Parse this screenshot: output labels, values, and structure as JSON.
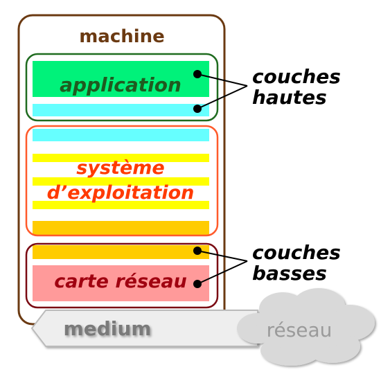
{
  "machine": {
    "title": "machine"
  },
  "layers": {
    "application": "application",
    "os_line1": "système",
    "os_line2": "d’exploitation",
    "network_card": "carte réseau"
  },
  "labels": {
    "upper_line1": "couches",
    "upper_line2": "hautes",
    "lower_line1": "couches",
    "lower_line2": "basses"
  },
  "medium": {
    "label": "medium"
  },
  "cloud": {
    "label": "réseau"
  },
  "colors": {
    "machine_border": "#6b3a12",
    "machine_title": "#6b3a12",
    "upper_group": "#1f6b1f",
    "application": "#00f27a",
    "application_text": "#1f5a1f",
    "cyan": "#66ffff",
    "os_group": "#ff5a2a",
    "yellow": "#ffff00",
    "os_text": "#ff3a00",
    "orange": "#ffcc00",
    "lower_group": "#7a0a12",
    "network_card": "#ff9a9a",
    "network_text": "#a00010",
    "medium_fill": "#eeeeee",
    "medium_border": "#bbbbbb",
    "medium_text": "#7a7a7a",
    "cloud_fill": "#d9d9d9"
  }
}
